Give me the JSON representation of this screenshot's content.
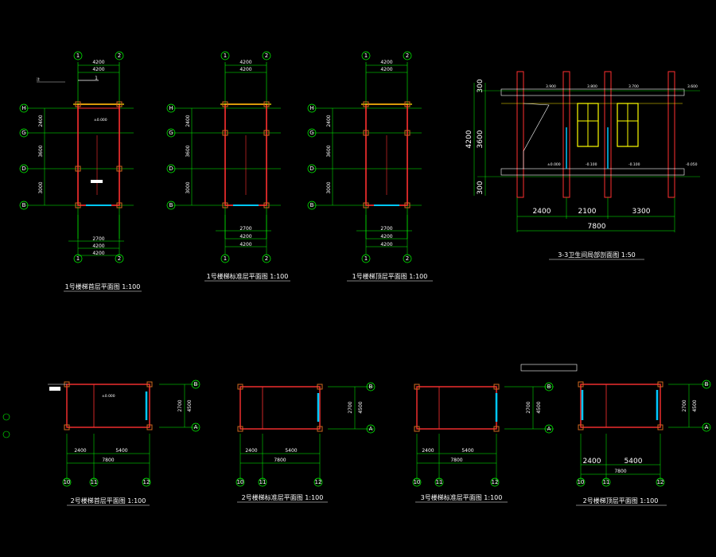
{
  "colors": {
    "background": "#000000",
    "wall": "#ff3030",
    "column": "#d2691e",
    "grid_axis": "#00ff00",
    "dimension": "#ffffff",
    "window": "#ffff00",
    "glass": "#00c8ff",
    "yellow_wall": "#ffe600"
  },
  "drawings": {
    "p1": {
      "title": "1号楼梯首层平面图 1:100",
      "axes_top": [
        "1",
        "2"
      ],
      "axes_bottom": [
        "1",
        "2"
      ],
      "axes_left": [
        "H",
        "G",
        "D",
        "B"
      ],
      "top_dims": [
        "4200",
        "4200"
      ],
      "bottom_dims": [
        "2700",
        "4200",
        "4200"
      ],
      "left_dims": [
        "2400",
        "3600",
        "3000"
      ],
      "elevation": "±0.000",
      "section_mark": "1"
    },
    "p2": {
      "title": "1号楼梯标准层平面图 1:100",
      "axes_top": [
        "1",
        "2"
      ],
      "axes_bottom": [
        "1",
        "2"
      ],
      "axes_left": [
        "H",
        "G",
        "D",
        "B"
      ],
      "top_dims": [
        "4200",
        "4200"
      ],
      "bottom_dims": [
        "2700",
        "4200",
        "4200"
      ],
      "left_dims": [
        "2400",
        "3600",
        "3000"
      ]
    },
    "p3": {
      "title": "1号楼梯顶层平面图 1:100",
      "axes_top": [
        "1",
        "2"
      ],
      "axes_bottom": [
        "1",
        "2"
      ],
      "axes_left": [
        "H",
        "G",
        "D",
        "B"
      ],
      "top_dims": [
        "4200",
        "4200"
      ],
      "bottom_dims": [
        "2700",
        "4200",
        "4200"
      ],
      "left_dims": [
        "2400",
        "3600",
        "3000"
      ]
    },
    "section": {
      "title": "3-3卫生间局部剖面图 1:50",
      "bottom_dims": [
        "2400",
        "2100",
        "3300"
      ],
      "total": "7800",
      "left_dims": [
        "300",
        "3600",
        "300"
      ],
      "left_total": "4200",
      "elevations": [
        "3.900",
        "3.800",
        "3.700",
        "3.600",
        "±0.000",
        "-0.100",
        "-0.100",
        "-0.050"
      ]
    },
    "p4": {
      "title": "2号楼梯首层平面图 1:100",
      "bottom_dims": [
        "2400",
        "5400"
      ],
      "total": "7800",
      "axes_bottom": [
        "10",
        "11",
        "12"
      ],
      "axes_right": [
        "B",
        "A"
      ],
      "right_dims": [
        "2700",
        "4500"
      ],
      "elevation": "±0.000"
    },
    "p5": {
      "title": "2号楼梯标准层平面图 1:100",
      "bottom_dims": [
        "2400",
        "5400"
      ],
      "total": "7800",
      "axes_bottom": [
        "10",
        "11",
        "12"
      ],
      "axes_right": [
        "B",
        "A"
      ],
      "right_dims": [
        "2700",
        "4500"
      ]
    },
    "p6": {
      "title": "3号楼梯标准层平面图 1:100",
      "bottom_dims": [
        "2400",
        "5400"
      ],
      "total": "7800",
      "axes_bottom": [
        "10",
        "11",
        "12"
      ],
      "axes_right": [
        "B",
        "A"
      ],
      "right_dims": [
        "2700",
        "4500"
      ]
    },
    "p7": {
      "title": "2号楼梯顶层平面图 1:100",
      "bottom_dims": [
        "2400",
        "5400"
      ],
      "total": "7800",
      "axes_bottom": [
        "10",
        "11",
        "12"
      ],
      "axes_right": [
        "B",
        "A"
      ],
      "right_dims": [
        "2700",
        "4500"
      ]
    }
  }
}
